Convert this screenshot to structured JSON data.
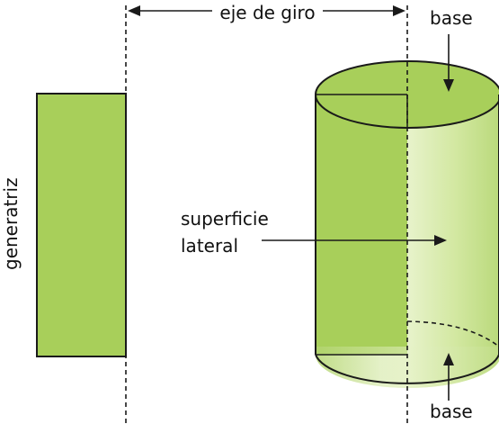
{
  "labels": {
    "axis": "eje de giro",
    "base_top": "base",
    "base_bottom": "base",
    "generatrix": "generatriz",
    "lateral_line1": "superficie",
    "lateral_line2": "lateral"
  },
  "colors": {
    "fill": "#a8cf5a",
    "fill_light": "#f0f7dc",
    "stroke": "#1a1a1a"
  }
}
